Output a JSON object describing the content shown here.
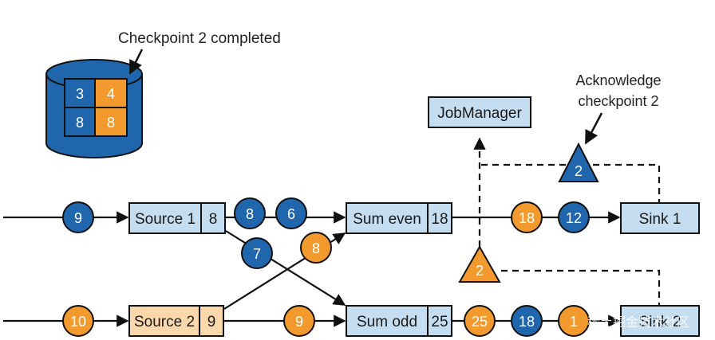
{
  "colors": {
    "operator_fill": "#c5ddf0",
    "source2_fill": "#fbd7ac",
    "blue_record": "#1f66ad",
    "orange_record": "#f39a2e",
    "storage_fill": "#1f66ad",
    "line": "#111111",
    "text_on_marker": "#ffffff"
  },
  "checkpoint_storage": {
    "label": "Checkpoint 2 completed",
    "cells": [
      "3",
      "4",
      "8",
      "8"
    ]
  },
  "jobmanager": {
    "label": "JobManager"
  },
  "acknowledge": {
    "line1": "Acknowledge",
    "line2": "checkpoint 2"
  },
  "operators": {
    "source1": {
      "name": "Source 1",
      "state": "8"
    },
    "source2": {
      "name": "Source 2",
      "state": "9"
    },
    "sum_even": {
      "name": "Sum even",
      "state": "18"
    },
    "sum_odd": {
      "name": "Sum odd",
      "state": "25"
    },
    "sink1": {
      "name": "Sink 1"
    },
    "sink2": {
      "name": "Sink 2"
    }
  },
  "records": {
    "in_source1": "9",
    "in_source2": "10",
    "s1_to_even_a": "8",
    "s1_to_even_b": "6",
    "s1_to_odd": "7",
    "s2_to_even": "8",
    "s2_to_odd": "9",
    "even_to_sink1_a": "18",
    "even_to_sink1_b": "12",
    "odd_to_sink2_a": "25",
    "odd_to_sink2_b": "18",
    "odd_to_sink2_c": "1"
  },
  "barriers": {
    "sink1_ack": "2",
    "sink2_barrier": "2"
  },
  "watermark": "稀土掘金技术社区"
}
